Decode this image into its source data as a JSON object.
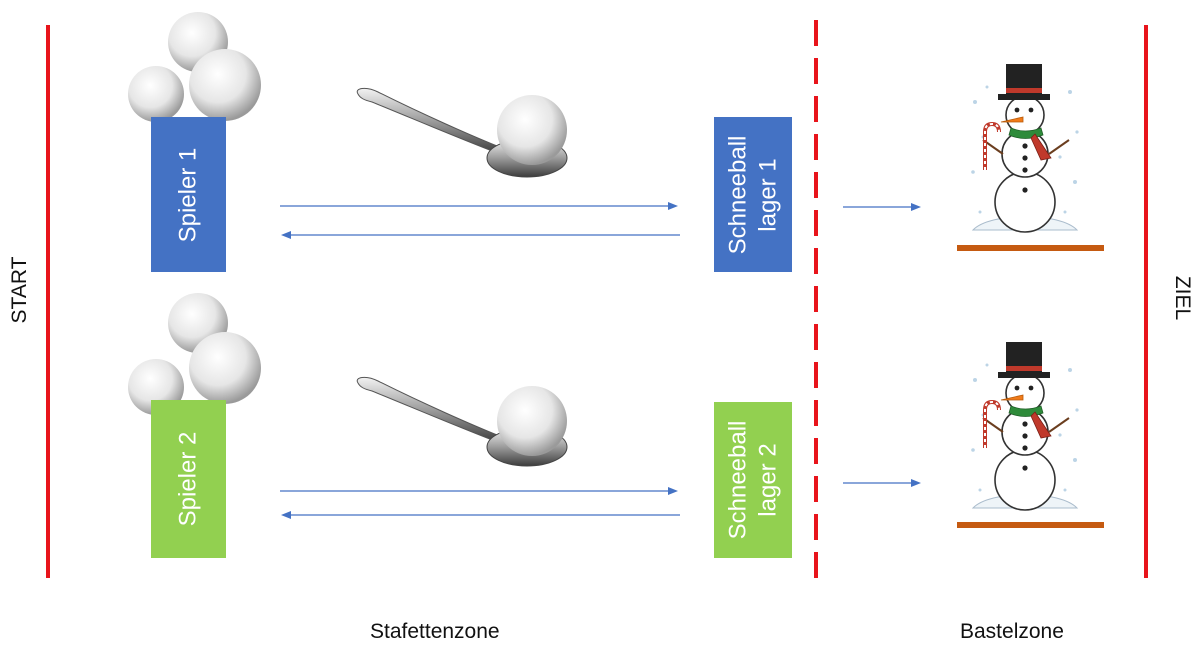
{
  "lines": {
    "start_color": "#e8141b",
    "finish_color": "#e8141b",
    "divider_color": "#e8141b"
  },
  "labels": {
    "start": "START",
    "finish": "ZIEL"
  },
  "players": [
    {
      "label": "Spieler 1",
      "color": "#4472c4"
    },
    {
      "label": "Spieler 2",
      "color": "#92d050"
    }
  ],
  "storages": [
    {
      "label_line1": "Schneeball",
      "label_line2": "lager 1",
      "color": "#4472c4"
    },
    {
      "label_line1": "Schneeball",
      "label_line2": "lager 2",
      "color": "#92d050"
    }
  ],
  "arrows": {
    "color": "#4472c4"
  },
  "shelf_color": "#c55a11",
  "zones": {
    "relay": "Stafettenzone",
    "craft": "Bastelzone"
  },
  "icons": [
    "snowball-icon",
    "spoon-icon",
    "snowman-icon"
  ]
}
